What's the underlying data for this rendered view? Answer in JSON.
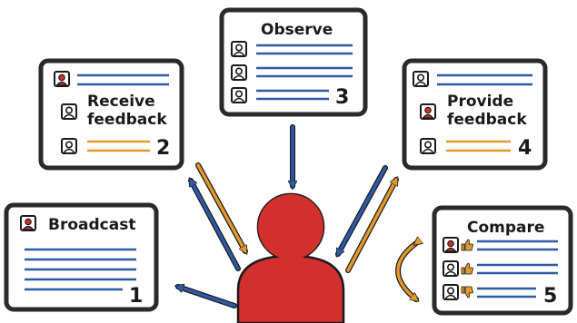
{
  "colors": {
    "frame": "#2a2a2a",
    "screen_fill": "#ffffff",
    "blue": "#2e5aa8",
    "orange": "#e39a2d",
    "red": "#d22f2f",
    "avatar_outline": "#1a1a1a"
  },
  "panels": {
    "broadcast": {
      "label": "Broadcast",
      "number": "1"
    },
    "receive": {
      "label_line1": "Receive",
      "label_line2": "feedback",
      "number": "2"
    },
    "observe": {
      "label": "Observe",
      "number": "3"
    },
    "provide": {
      "label_line1": "Provide",
      "label_line2": "feedback",
      "number": "4"
    },
    "compare": {
      "label": "Compare",
      "number": "5"
    }
  },
  "icons": [
    "user-icon",
    "thumbs-up-icon",
    "thumbs-down-icon",
    "arrow-icon"
  ]
}
